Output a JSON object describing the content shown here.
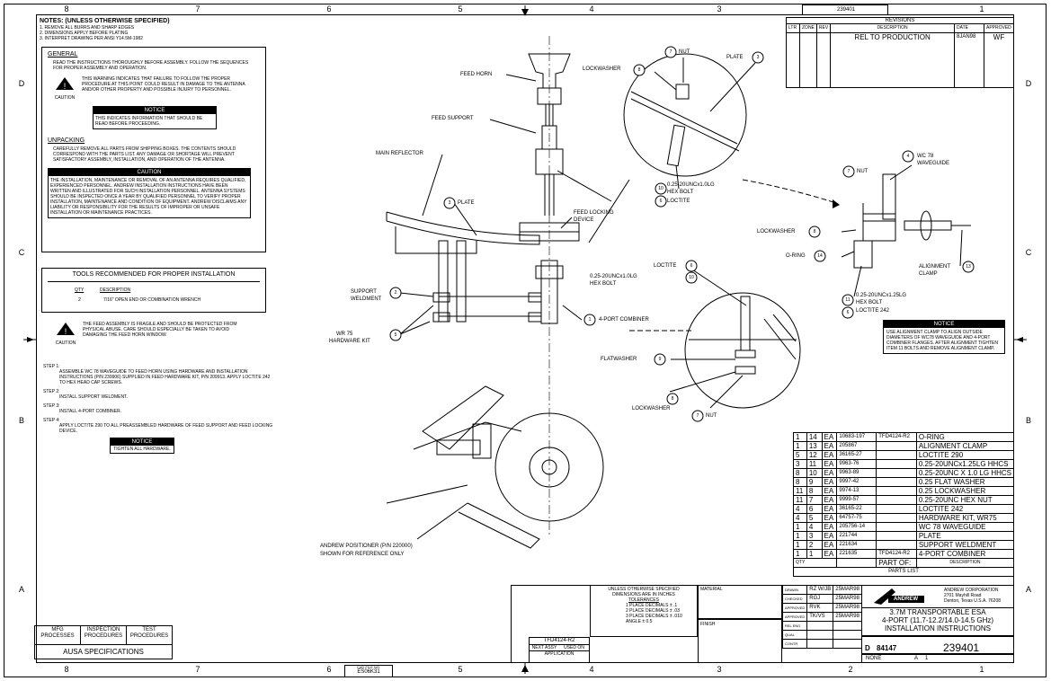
{
  "frame": {
    "zones_top": [
      "8",
      "7",
      "6",
      "5",
      "4",
      "3",
      "2",
      "1"
    ],
    "zones_bottom": [
      "8",
      "7",
      "6",
      "5",
      "4",
      "3",
      "2",
      "1"
    ],
    "zones_side": [
      "D",
      "C",
      "B",
      "A"
    ],
    "drawing_no_top": "239401"
  },
  "notes": {
    "title": "NOTES: (UNLESS OTHERWISE SPECIFIED)",
    "lines": [
      "1. REMOVE ALL BURRS AND SHARP EDGES",
      "2. DIMENSIONS APPLY BEFORE PLATING",
      "3. INTERPRET DRAWING PER ANSI Y14.5M-1982"
    ]
  },
  "general": {
    "title": "GENERAL",
    "text": "READ THE INSTRUCTIONS THOROUGHLY BEFORE ASSEMBLY.  FOLLOW THE SEQUENCES FOR PROPER ASSEMBLY AND OPERATION.",
    "caution_label": "CAUTION",
    "caution_text": "THIS WARNING INDICATES THAT FAILURE TO FOLLOW THE PROPER PROCEDURE AT THIS POINT COULD RESULT IN DAMAGE TO THE ANTENNA AND/OR OTHER PROPERTY AND POSSIBLE INJURY TO PERSONNEL.",
    "notice_header": "NOTICE",
    "notice_text": "THIS INDICATES INFORMATION THAT SHOULD BE READ BEFORE PROCEEDING."
  },
  "unpacking": {
    "title": "UNPACKING",
    "text": "CAREFULLY REMOVE ALL PARTS FROM SHIPPING BOXES.  THE CONTENTS SHOULD CORRESPOND WITH THE PARTS LIST.  ANY DAMAGE OR SHORTAGE WILL PREVENT SATISFACTORY ASSEMBLY, INSTALLATION, AND OPERATION OF THE ANTENNA.",
    "caution_header": "CAUTION",
    "caution_text": "THE INSTALLATION, MAINTENANCE OR REMOVAL OF AN ANTENNA REQUIRES QUALIFIED, EXPERIENCED PERSONNEL.  ANDREW INSTALLATION INSTRUCTIONS HAVE BEEN WRITTEN AND ILLUSTRATED FOR SUCH INSTALLATION PERSONNEL.  ANTENNA SYSTEMS SHOULD BE INSPECTED ONCE A YEAR BY QUALIFIED PERSONNEL TO VERIFY PROPER INSTALLATION, MAINTENANCE AND CONDITION OF EQUIPMENT.  ANDREW DISCLAIMS ANY LIABILITY OR RESPONSIBILITY FOR THE RESULTS OF IMPROPER OR UNSAFE INSTALLATION OR MAINTENANCE PRACTICES."
  },
  "tools": {
    "title": "TOOLS RECOMMENDED FOR PROPER INSTALLATION",
    "col_qty": "QTY",
    "col_desc": "DESCRIPTION",
    "qty": "2",
    "desc": "7/16\" OPEN END OR COMBINATION WRENCH"
  },
  "caution2": {
    "label": "CAUTION",
    "text": "THE FEED ASSEMBLY IS FRAGILE AND SHOULD BE PROTECTED FROM PHYSICAL ABUSE. CARE SHOULD ESPECIALLY BE TAKEN TO AVOID DAMAGING THE FEED HORN WINDOW."
  },
  "steps": [
    {
      "title": "STEP 1:",
      "text": "ASSEMBLE WC 78 WAVEGUIDE TO FEED HORN USING HARDWARE AND INSTALLATION INSTRUCTIONS (P/N 239906) SUPPLIED IN FEED HARDWARE KIT, P/N 209913.  APPLY LOCTITE 242 TO HEX HEAD CAP SCREWS."
    },
    {
      "title": "STEP 2:",
      "text": "INSTALL SUPPORT WELDMENT."
    },
    {
      "title": "STEP 3:",
      "text": "INSTALL 4-PORT COMBINER."
    },
    {
      "title": "STEP 4:",
      "text": "APPLY LOCTITE 290 TO ALL PREASSEMBLED HARDWARE OF FEED SUPPORT AND FEED LOCKING DEVICE."
    }
  ],
  "notice2": {
    "header": "NOTICE",
    "text": "TIGHTEN ALL HARDWARE."
  },
  "labels": {
    "feed_horn": "FEED HORN",
    "feed_support": "FEED SUPPORT",
    "main_reflector": "MAIN REFLECTOR",
    "plate": "PLATE",
    "support_weldment_1": "SUPPORT",
    "support_weldment_2": "WELDMENT",
    "wr75_1": "WR 75",
    "wr75_2": "HARDWARE KIT",
    "feed_locking_1": "FEED LOCKING",
    "feed_locking_2": "DEVICE",
    "four_port": "4-PORT COMBINER",
    "lockwasher": "LOCKWASHER",
    "nut": "NUT",
    "hex_bolt_a1": "0.25-20UNCx1.0LG",
    "hex_bolt_a2": "HEX BOLT",
    "loctite": "LOCTITE",
    "loctite2": "LOCTITE",
    "hex_bolt_b1": "0.25-20UNCx1.0LG",
    "hex_bolt_b2": "HEX BOLT",
    "flatwasher": "FLATWASHER",
    "wc78_1": "WC 78",
    "wc78_2": "WAVEGUIDE",
    "oring": "O-RING",
    "align_1": "ALIGNMENT",
    "align_2": "CLAMP",
    "hex_bolt_c1": "0.25-20UNCx1.25LG",
    "hex_bolt_c2": "HEX BOLT",
    "loctite242": "LOCTITE 242",
    "positioner_1": "ANDREW POSITIONER (P/N 220000)",
    "positioner_2": "SHOWN FOR REFERENCE ONLY",
    "n1": "1",
    "n2": "2",
    "n3": "3",
    "n4": "4",
    "n5": "5",
    "n6": "6",
    "n7": "7",
    "n8": "8",
    "n9": "9",
    "n10": "10",
    "n11": "11",
    "n13": "13",
    "n14": "14"
  },
  "notice3": {
    "header": "NOTICE",
    "text": "USE ALIGNMENT CLAMP TO ALIGN OUTSIDE DIAMETERS OF WC78 WAVEGUIDE AND 4-PORT COMBINER FLANGES.  AFTER ALIGNMENT TIGHTEN ITEM 11 BOLTS AND REMOVE ALIGNMENT CLAMP."
  },
  "revisions": {
    "title": "REVISIONS",
    "headers": [
      "LTR",
      "ZONE",
      "REV",
      "DESCRIPTION",
      "DATE",
      "APPROVED"
    ],
    "row": [
      "",
      "",
      "",
      "REL TO PRODUCTION",
      "8JAN98",
      "WF"
    ]
  },
  "parts": [
    [
      "1",
      "14",
      "EA",
      "10683-197",
      "TFD4124-R2",
      "O-RING"
    ],
    [
      "1",
      "13",
      "EA",
      "205867",
      "",
      "ALIGNMENT CLAMP"
    ],
    [
      "5",
      "12",
      "EA",
      "36165-27",
      "",
      "LOCTITE 290"
    ],
    [
      "3",
      "11",
      "EA",
      "9963-76",
      "",
      "0.25-20UNCx1.25LG HHCS"
    ],
    [
      "8",
      "10",
      "EA",
      "9963-89",
      "",
      "0.25-20UNC X 1.0 LG HHCS"
    ],
    [
      "8",
      "9",
      "EA",
      "9997-42",
      "",
      "0.25 FLAT WASHER"
    ],
    [
      "11",
      "8",
      "EA",
      "9974-13",
      "",
      "0.25 LOCKWASHER"
    ],
    [
      "11",
      "7",
      "EA",
      "9999-57",
      "",
      "0.25-20UNC HEX NUT"
    ],
    [
      "4",
      "6",
      "EA",
      "36165-22",
      "",
      "LOCTITE 242"
    ],
    [
      "4",
      "5",
      "EA",
      "64757-75",
      "",
      "HARDWARE KIT, WR75"
    ],
    [
      "1",
      "4",
      "EA",
      "205756-14",
      "",
      "WC 78 WAVEGUIDE"
    ],
    [
      "1",
      "3",
      "EA",
      "221744",
      "",
      "PLATE"
    ],
    [
      "1",
      "2",
      "EA",
      "221634",
      "",
      "SUPPORT WELDMENT"
    ],
    [
      "1",
      "1",
      "EA",
      "221635",
      "TFD4124-R2",
      "4-PORT COMBINER"
    ]
  ],
  "parts_footer": {
    "qty": "QTY",
    "part_of": "PART OF:",
    "desc": "DESCRIPTION",
    "list": "PARTS LIST"
  },
  "title_block": {
    "company": "ANDREW CORPORATION",
    "address1": "2701 Mayhill Road",
    "address2": "Denton, Texas  U.S.A.  76208",
    "logo": "ANDREW",
    "title1": "3.7M TRANSPORTABLE ESA",
    "title2": "4-PORT (11.7-12.2/14.0-14.5 GHz)",
    "title3": "INSTALLATION INSTRUCTIONS",
    "size": "D",
    "cage": "84147",
    "dwg_no": "239401",
    "scale": "NONE",
    "sheet": "1",
    "rev": "A",
    "sign_rows": [
      [
        "DRAWN",
        "RZ W/JB",
        "25MAR98"
      ],
      [
        "CHECKED",
        "RGJ",
        "25MAR98"
      ],
      [
        "APPROVED",
        "RVK",
        "25MAR98"
      ],
      [
        "APPROVED",
        "TK/VS",
        "25MAR98"
      ],
      [
        "REL ENG",
        "",
        " "
      ],
      [
        "QUAL",
        "",
        " "
      ],
      [
        "CONTR",
        "",
        " "
      ]
    ],
    "tolerance_hdr1": "UNLESS OTHERWISE SPECIFIED",
    "tolerance_hdr2": "DIMENSIONS ARE IN INCHES",
    "tolerances": "TOLERANCES",
    "tol1": "1 PLACE DECIMALS ± .1",
    "tol2": "2 PLACE DECIMALS ± .03",
    "tol3": "3 PLACE DECIMALS ± .010",
    "tol4": "ANGLE ± 0.5",
    "material": "MATERIAL",
    "finish": "FINISH",
    "next_assy": "TFD4124-R2",
    "next_assy_lbl": "NEXT ASSY",
    "used_on": "USED ON",
    "application": "APPLICATION",
    "cad_file": "ES06K31",
    "cad_lbl": "CAD FILE NO."
  },
  "ausa": {
    "c1": "MFG PROCESSES",
    "c2": "INSPECTION PROCEDURES",
    "c3": "TEST PROCEDURES",
    "title": "AUSA SPECIFICATIONS"
  }
}
